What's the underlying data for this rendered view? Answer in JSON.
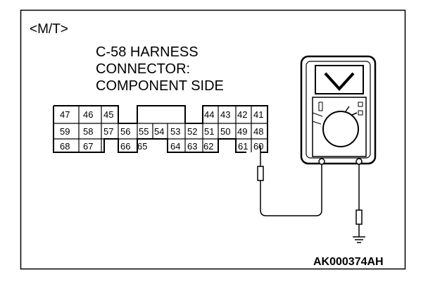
{
  "variant_label": "<M/T>",
  "connector_label_lines": [
    "C-58 HARNESS",
    "CONNECTOR:",
    "COMPONENT SIDE"
  ],
  "pins": {
    "row1": [
      "47",
      "46",
      "45",
      "44",
      "43",
      "42",
      "41"
    ],
    "row2": [
      "59",
      "58",
      "57",
      "56",
      "55",
      "54",
      "53",
      "52",
      "51",
      "50",
      "49",
      "48"
    ],
    "row3": [
      "68",
      "67",
      "66",
      "65",
      "64",
      "63",
      "62",
      "61",
      "60"
    ]
  },
  "meter_icons": [
    "voltmeter-icon",
    "ground-icon",
    "probe-icon"
  ],
  "figure_code": "AK000374AH"
}
